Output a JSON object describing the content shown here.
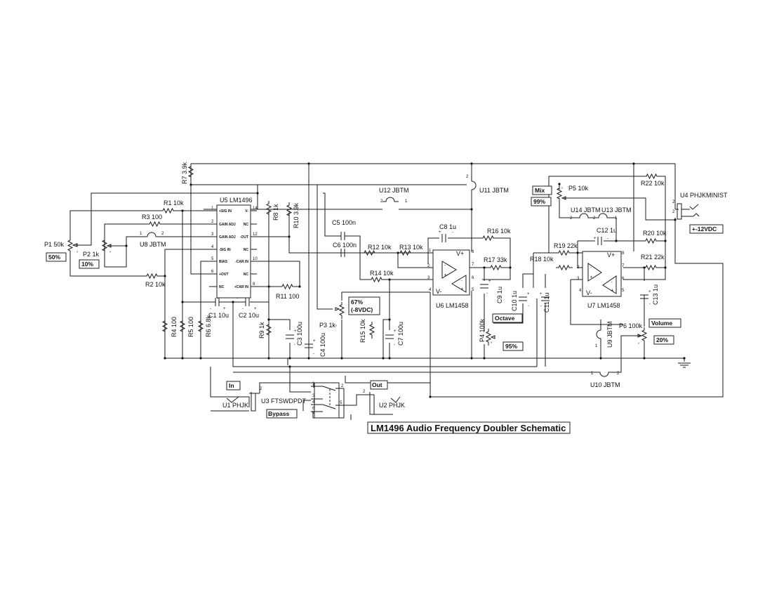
{
  "title": "LM1496 Audio Frequency Doubler Schematic",
  "components": {
    "U5": {
      "label": "U5 LM1496",
      "pins": [
        {
          "num": "1",
          "name": "+SIG IN"
        },
        {
          "num": "2",
          "name": "GAIN ADJ"
        },
        {
          "num": "3",
          "name": "GAIN ADJ"
        },
        {
          "num": "4",
          "name": "-SIG IN"
        },
        {
          "num": "5",
          "name": "BIAS"
        },
        {
          "num": "6",
          "name": "+OUT"
        },
        {
          "num": "",
          "name": "NC"
        }
      ],
      "rpins": [
        {
          "num": "14",
          "name": "V-"
        },
        {
          "num": "",
          "name": "NC"
        },
        {
          "num": "12",
          "name": "-OUT"
        },
        {
          "num": "",
          "name": "NC"
        },
        {
          "num": "10",
          "name": "-CAR IN"
        },
        {
          "num": "",
          "name": "NC"
        },
        {
          "num": "8",
          "name": "+CAR IN"
        }
      ]
    },
    "U6": {
      "label": "U6 LM1458",
      "vplus": "V+",
      "vminus": "V-",
      "pins": [
        "1",
        "2",
        "3",
        "4",
        "5",
        "6",
        "7",
        "8"
      ]
    },
    "U7": {
      "label": "U7 LM1458",
      "vplus": "V+",
      "vminus": "V-",
      "pins": [
        "1",
        "2",
        "3",
        "4",
        "5",
        "6",
        "7",
        "8"
      ]
    },
    "resistors": {
      "R1": "R1 10k",
      "R2": "R2 10k",
      "R3": "R3 100",
      "R4": "R4 100",
      "R5": "R5 100",
      "R6": "R6 6.8k",
      "R7": "R7 3.9k",
      "R8": "R8 1k",
      "R9": "R9 1k",
      "R10": "R10 3.9k",
      "R11": "R11 100",
      "R12": "R12 10k",
      "R13": "R13 10k",
      "R14": "R14 10k",
      "R15": "R15 10k",
      "R16": "R16 10k",
      "R17": "R17 33k",
      "R18": "R18 10k",
      "R19": "R19 22k",
      "R20": "R20 10k",
      "R21": "R21 22k",
      "R22": "R22 10k"
    },
    "capacitors": {
      "C1": "C1 10u",
      "C2": "C2 10u",
      "C3": "C3 100u",
      "C4": "C4 100u",
      "C5": "C5 100n",
      "C6": "C6 100n",
      "C7": "C7 100u",
      "C8": "C8 1u",
      "C9": "C9 1u",
      "C10": "C10 1u",
      "C11": "C11 1u",
      "C12": "C12 1u",
      "C13": "C13 1u"
    },
    "pots": {
      "P1": "P1 50k",
      "P2": "P2 1k",
      "P3": "P3 1k",
      "P4": "P4 100k",
      "P5": "P5 10k",
      "P6": "P6 100k"
    },
    "jumpers": {
      "U8": "U8 JBTM",
      "U9": "U9 JBTM",
      "U10": "U10 JBTM",
      "U11": "U11 JBTM",
      "U12": "U12 JBTM",
      "U13": "U13 JBTM",
      "U14": "U14 JBTM"
    },
    "jacks": {
      "U1": "U1 PHJK",
      "U2": "U2 PHJK",
      "U4": "U4 PHJKMINIST"
    },
    "switch": {
      "U3": "U3 FTSWDPDT",
      "pins": [
        "1",
        "2",
        "3",
        "4",
        "5",
        "6"
      ]
    }
  },
  "labels": {
    "p1_setting": "50%",
    "p2_setting": "10%",
    "p3_setting": "67%",
    "p3_voltage": "(-8VDC)",
    "octave": "Octave",
    "p4_setting": "95%",
    "mix": "Mix",
    "p5_setting": "99%",
    "volume": "Volume",
    "p6_setting": "20%",
    "power": "+-12VDC",
    "input": "In",
    "output": "Out",
    "bypass": "Bypass"
  },
  "pin_labels": {
    "one": "1",
    "two": "2",
    "plus": "+",
    "minus": "-"
  }
}
